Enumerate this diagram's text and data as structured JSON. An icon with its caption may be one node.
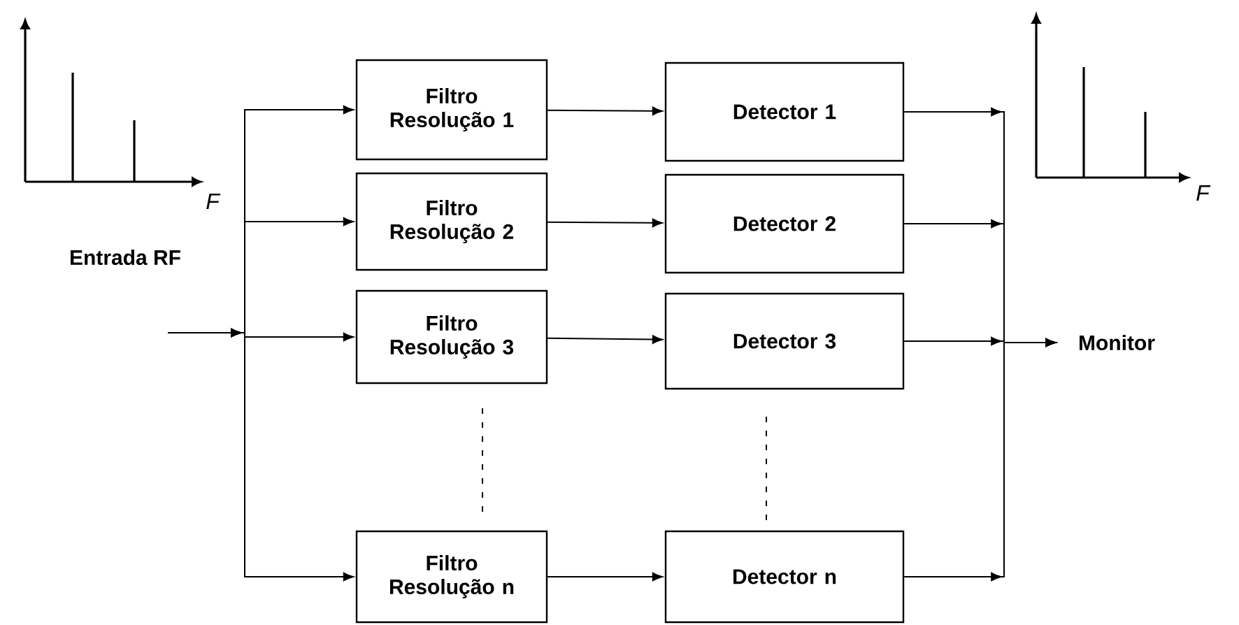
{
  "diagram": {
    "nodes": [
      {
        "text": [
          "Entrada RF"
        ]
      },
      {
        "text": [
          "Filtro Resolução 1"
        ]
      },
      {
        "text": [
          "Detector 1"
        ]
      },
      {
        "text": [
          "Filtro Resolução 2"
        ]
      },
      {
        "text": [
          "Detector 2"
        ]
      },
      {
        "text": [
          "Filtro Resolução 3"
        ]
      },
      {
        "text": [
          "Detector 3"
        ]
      },
      {
        "text": [
          "Filtro Resolução n"
        ]
      },
      {
        "text": [
          "Detector n"
        ]
      },
      {
        "text": [
          "Monitor"
        ]
      }
    ],
    "edges": [
      {
        "from": 0,
        "to": 1,
        "arrow": "to"
      },
      {
        "from": 0,
        "to": 3,
        "arrow": "to"
      },
      {
        "from": 0,
        "to": 5,
        "arrow": "to"
      },
      {
        "from": 0,
        "to": 7,
        "arrow": "to"
      },
      {
        "from": 1,
        "to": 2,
        "arrow": "to"
      },
      {
        "from": 3,
        "to": 4,
        "arrow": "to"
      },
      {
        "from": 5,
        "to": 6,
        "arrow": "to"
      },
      {
        "from": 7,
        "to": 8,
        "arrow": "to"
      },
      {
        "from": 2,
        "to": 9,
        "arrow": "to"
      },
      {
        "from": 4,
        "to": 9,
        "arrow": "to"
      },
      {
        "from": 6,
        "to": 9,
        "arrow": "to"
      },
      {
        "from": 8,
        "to": 9,
        "arrow": "to"
      }
    ],
    "labels": [
      "F",
      "F"
    ]
  }
}
